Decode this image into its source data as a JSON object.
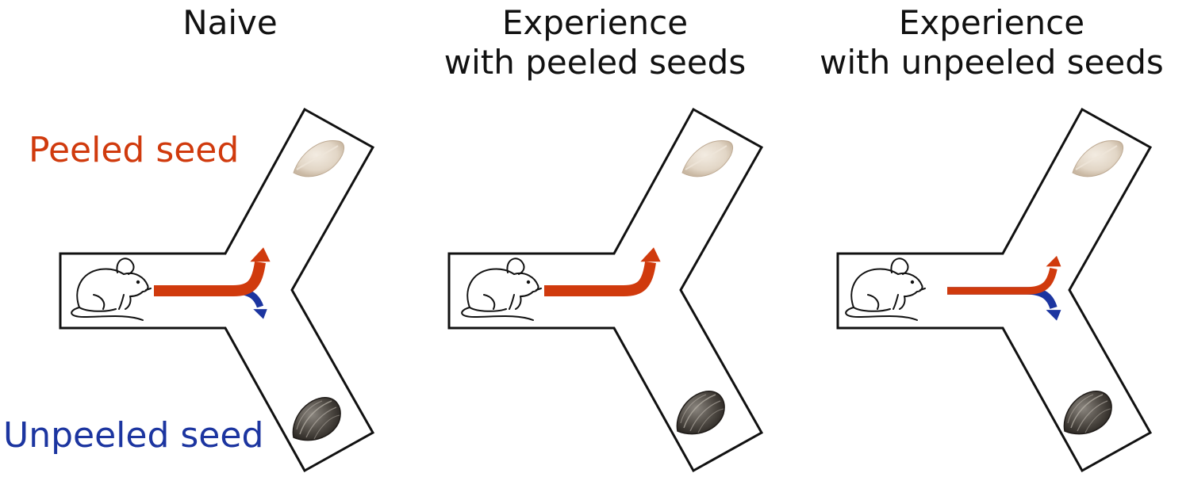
{
  "titles": [
    {
      "line1": "Naive",
      "line2": ""
    },
    {
      "line1": "Experience",
      "line2": "with peeled seeds"
    },
    {
      "line1": "Experience",
      "line2": "with unpeeled seeds"
    }
  ],
  "labels": {
    "peeled": "Peeled seed",
    "unpeeled": "Unpeeled seed"
  },
  "colors": {
    "peeled": "#d03a0d",
    "unpeeled": "#1c35a0",
    "maze_stroke": "#111111"
  },
  "choice_strength": [
    {
      "peeled": 1.0,
      "unpeeled": 0.45
    },
    {
      "peeled": 1.0,
      "unpeeled": 0.0
    },
    {
      "peeled": 0.55,
      "unpeeled": 0.55
    }
  ]
}
